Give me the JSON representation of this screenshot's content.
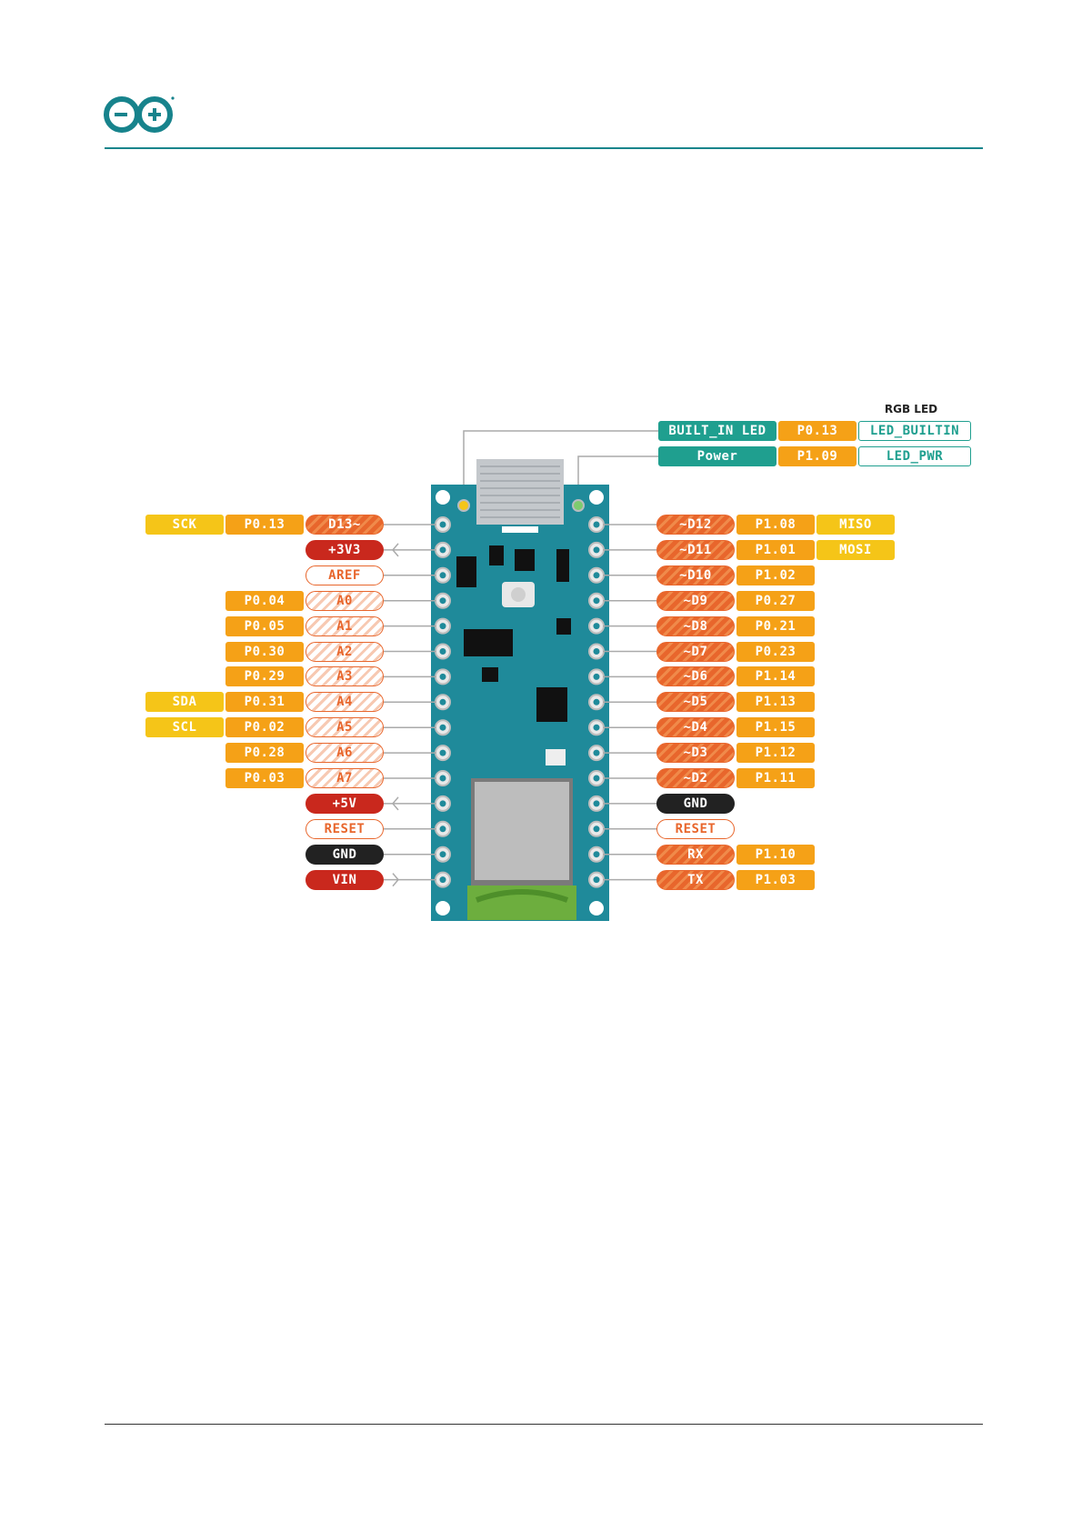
{
  "header": {
    "logo_icon": "arduino-infinity-logo-icon"
  },
  "colors": {
    "teal": "#1f9f8f",
    "orange": "#f5a117",
    "red": "#c9281d",
    "black": "#222222",
    "yellow": "#f5c518",
    "hatch": "#e8662c",
    "board": "#1f8a9a"
  },
  "board": {
    "name_icon": "arduino-nano-board-icon"
  },
  "led": {
    "title": "RGB LED",
    "rows": [
      {
        "cells": [
          {
            "text": "BUILT_IN LED",
            "style": "teal"
          },
          {
            "text": "P0.13",
            "style": "orange"
          },
          {
            "text": "LED_BUILTIN",
            "style": "tealo"
          }
        ]
      },
      {
        "cells": [
          {
            "text": "Power",
            "style": "teal"
          },
          {
            "text": "P1.09",
            "style": "orange"
          },
          {
            "text": "LED_PWR",
            "style": "tealo"
          }
        ]
      }
    ]
  },
  "left_pins": [
    {
      "labels": [
        {
          "text": "SCK",
          "style": "yellow"
        },
        {
          "text": "P0.13",
          "style": "orange"
        },
        {
          "text": "D13~",
          "style": "hatch"
        }
      ]
    },
    {
      "labels": [
        {
          "text": "+3V3",
          "style": "red"
        }
      ],
      "arrow": "out"
    },
    {
      "labels": [
        {
          "text": "AREF",
          "style": "outline"
        }
      ]
    },
    {
      "labels": [
        {
          "text": "P0.04",
          "style": "orange"
        },
        {
          "text": "A0",
          "style": "light"
        }
      ]
    },
    {
      "labels": [
        {
          "text": "P0.05",
          "style": "orange"
        },
        {
          "text": "A1",
          "style": "light"
        }
      ]
    },
    {
      "labels": [
        {
          "text": "P0.30",
          "style": "orange"
        },
        {
          "text": "A2",
          "style": "light"
        }
      ]
    },
    {
      "labels": [
        {
          "text": "P0.29",
          "style": "orange"
        },
        {
          "text": "A3",
          "style": "light"
        }
      ]
    },
    {
      "labels": [
        {
          "text": "SDA",
          "style": "yellow"
        },
        {
          "text": "P0.31",
          "style": "orange"
        },
        {
          "text": "A4",
          "style": "light"
        }
      ]
    },
    {
      "labels": [
        {
          "text": "SCL",
          "style": "yellow"
        },
        {
          "text": "P0.02",
          "style": "orange"
        },
        {
          "text": "A5",
          "style": "light"
        }
      ]
    },
    {
      "labels": [
        {
          "text": "P0.28",
          "style": "orange"
        },
        {
          "text": "A6",
          "style": "light"
        }
      ]
    },
    {
      "labels": [
        {
          "text": "P0.03",
          "style": "orange"
        },
        {
          "text": "A7",
          "style": "light"
        }
      ]
    },
    {
      "labels": [
        {
          "text": "+5V",
          "style": "red"
        }
      ],
      "arrow": "out"
    },
    {
      "labels": [
        {
          "text": "RESET",
          "style": "outline"
        }
      ]
    },
    {
      "labels": [
        {
          "text": "GND",
          "style": "black"
        }
      ]
    },
    {
      "labels": [
        {
          "text": "VIN",
          "style": "red"
        }
      ],
      "arrow": "in"
    }
  ],
  "right_pins": [
    {
      "labels": [
        {
          "text": "~D12",
          "style": "hatch"
        },
        {
          "text": "P1.08",
          "style": "orange"
        },
        {
          "text": "MISO",
          "style": "yellow"
        }
      ]
    },
    {
      "labels": [
        {
          "text": "~D11",
          "style": "hatch"
        },
        {
          "text": "P1.01",
          "style": "orange"
        },
        {
          "text": "MOSI",
          "style": "yellow"
        }
      ]
    },
    {
      "labels": [
        {
          "text": "~D10",
          "style": "hatch"
        },
        {
          "text": "P1.02",
          "style": "orange"
        }
      ]
    },
    {
      "labels": [
        {
          "text": "~D9",
          "style": "hatch"
        },
        {
          "text": "P0.27",
          "style": "orange"
        }
      ]
    },
    {
      "labels": [
        {
          "text": "~D8",
          "style": "hatch"
        },
        {
          "text": "P0.21",
          "style": "orange"
        }
      ]
    },
    {
      "labels": [
        {
          "text": "~D7",
          "style": "hatch"
        },
        {
          "text": "P0.23",
          "style": "orange"
        }
      ]
    },
    {
      "labels": [
        {
          "text": "~D6",
          "style": "hatch"
        },
        {
          "text": "P1.14",
          "style": "orange"
        }
      ]
    },
    {
      "labels": [
        {
          "text": "~D5",
          "style": "hatch"
        },
        {
          "text": "P1.13",
          "style": "orange"
        }
      ]
    },
    {
      "labels": [
        {
          "text": "~D4",
          "style": "hatch"
        },
        {
          "text": "P1.15",
          "style": "orange"
        }
      ]
    },
    {
      "labels": [
        {
          "text": "~D3",
          "style": "hatch"
        },
        {
          "text": "P1.12",
          "style": "orange"
        }
      ]
    },
    {
      "labels": [
        {
          "text": "~D2",
          "style": "hatch"
        },
        {
          "text": "P1.11",
          "style": "orange"
        }
      ]
    },
    {
      "labels": [
        {
          "text": "GND",
          "style": "black"
        }
      ]
    },
    {
      "labels": [
        {
          "text": "RESET",
          "style": "outline"
        }
      ]
    },
    {
      "labels": [
        {
          "text": "RX",
          "style": "hatch"
        },
        {
          "text": "P1.10",
          "style": "orange"
        }
      ]
    },
    {
      "labels": [
        {
          "text": "TX",
          "style": "hatch"
        },
        {
          "text": "P1.03",
          "style": "orange"
        }
      ]
    }
  ]
}
